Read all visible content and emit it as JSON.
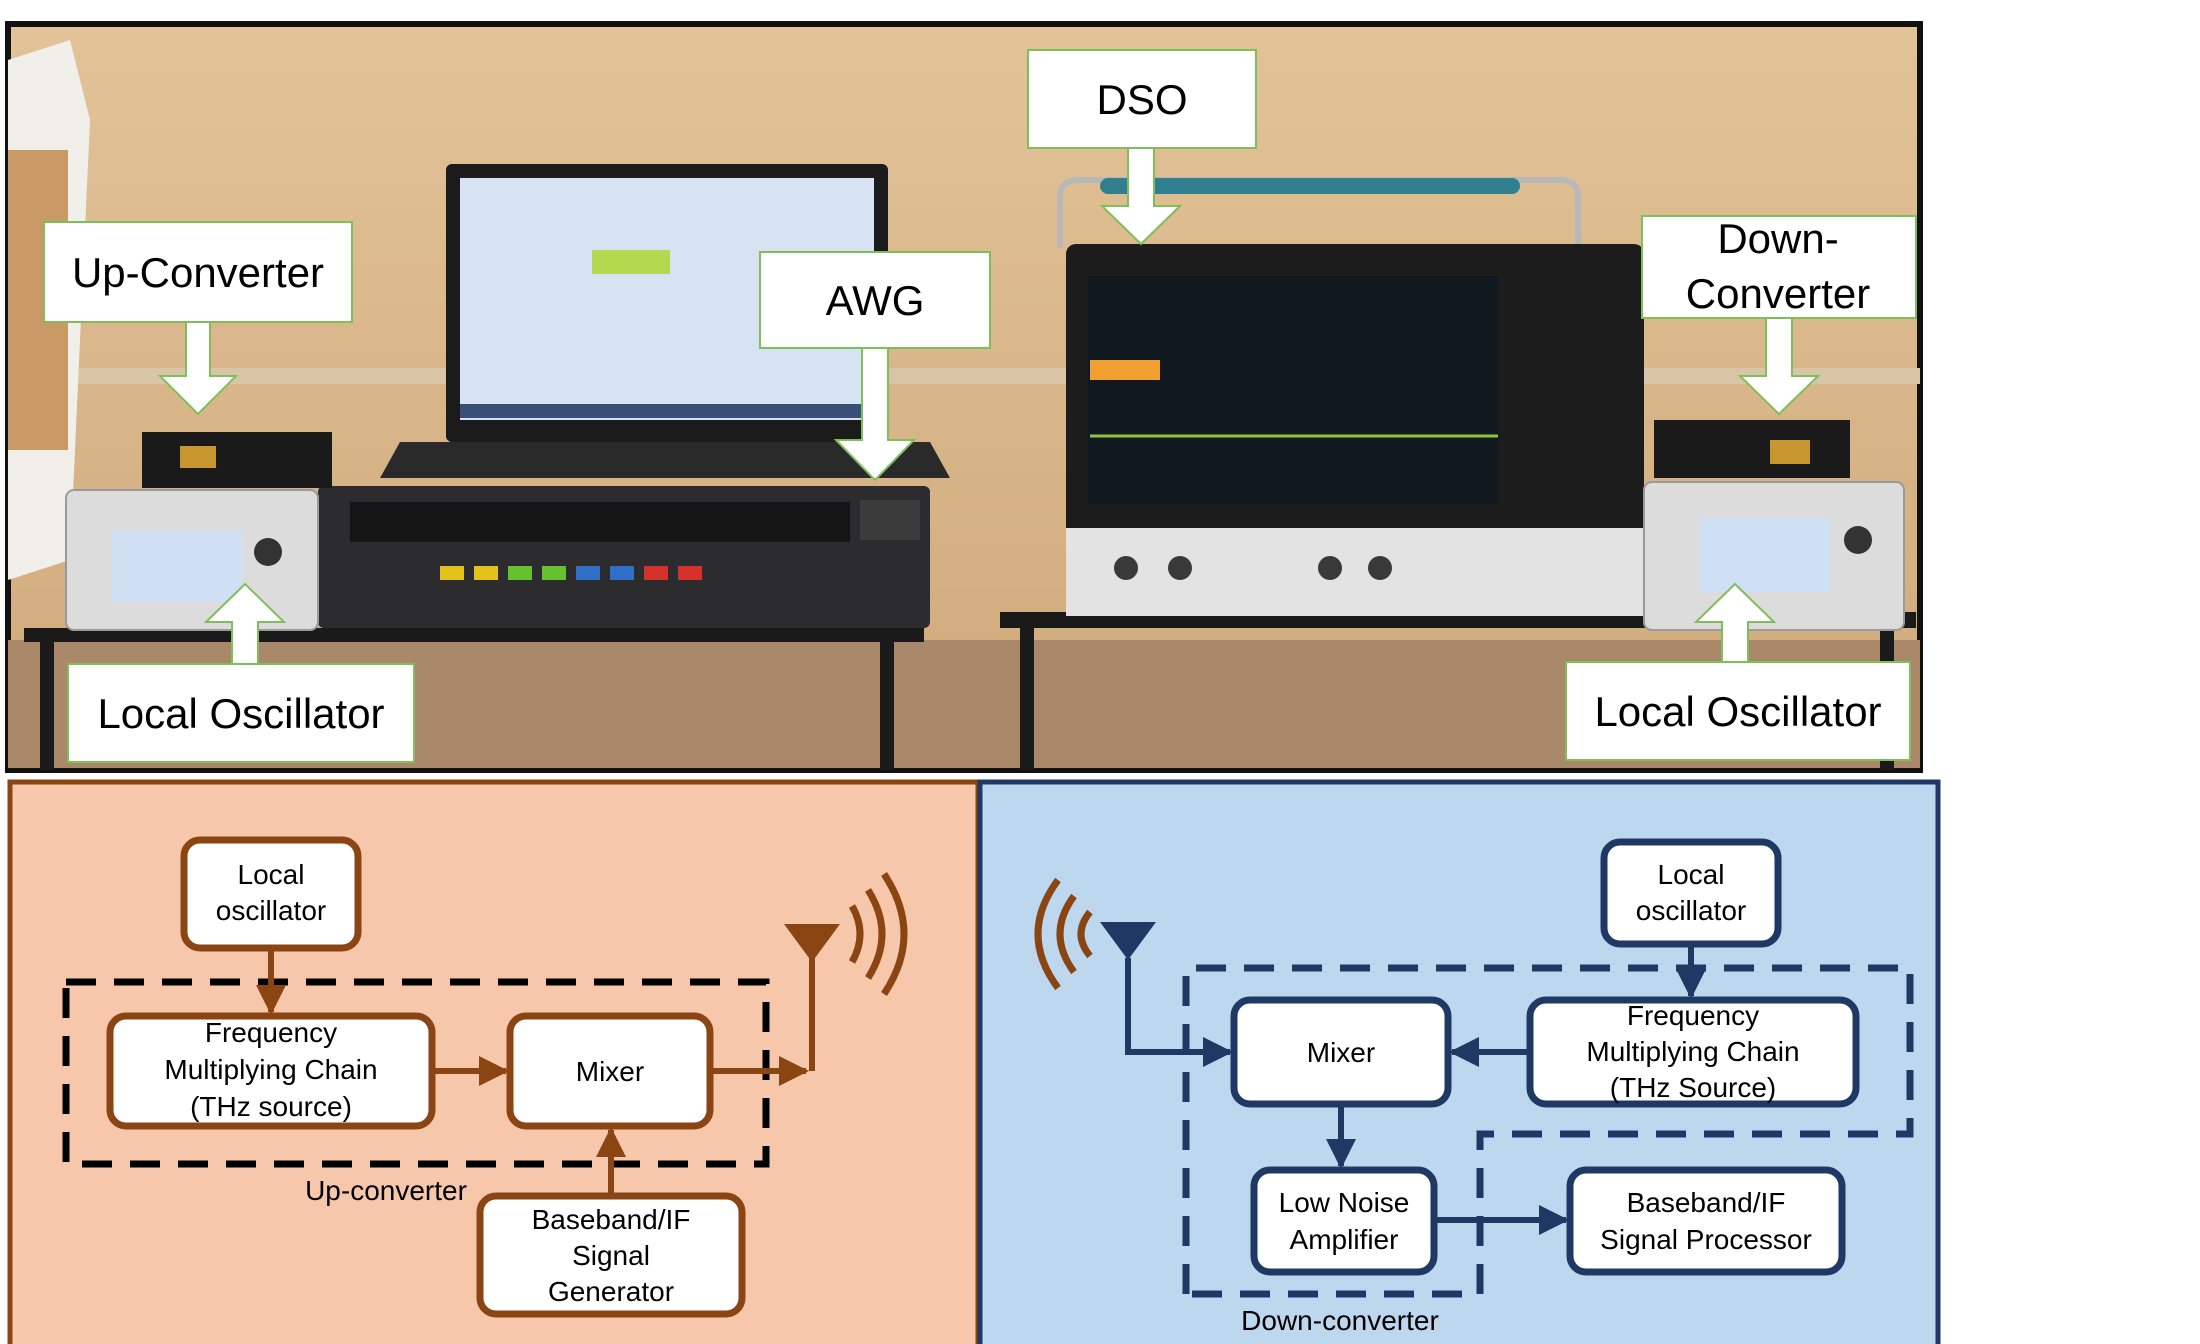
{
  "photo": {
    "callouts": {
      "up_converter": "Up-Converter",
      "awg": "AWG",
      "dso": "DSO",
      "down_converter_line1": "Down-",
      "down_converter_line2": "Converter",
      "local_osc_left": "Local Oscillator",
      "local_osc_right": "Local Oscillator"
    },
    "colors": {
      "wall": "#dcb98e",
      "frame": "#111111",
      "callout_border": "#7fbf5a"
    }
  },
  "uplink": {
    "colors": {
      "bg": "#f6c7aa",
      "stroke": "#8a4513"
    },
    "local_osc": [
      "Local",
      "oscillator"
    ],
    "freq_chain": [
      "Frequency",
      "Multiplying Chain",
      "(THz source)"
    ],
    "mixer": "Mixer",
    "baseband": [
      "Baseband/IF",
      "Signal",
      "Generator"
    ],
    "group_label": "Up-converter"
  },
  "downlink": {
    "colors": {
      "bg": "#bdd7ee",
      "stroke": "#1f3864"
    },
    "local_osc": [
      "Local",
      "oscillator"
    ],
    "freq_chain": [
      "Frequency",
      "Multiplying Chain",
      "(THz Source)"
    ],
    "mixer": "Mixer",
    "lna": [
      "Low Noise",
      "Amplifier"
    ],
    "baseband": [
      "Baseband/IF",
      "Signal Processor"
    ],
    "group_label": "Down-converter"
  }
}
